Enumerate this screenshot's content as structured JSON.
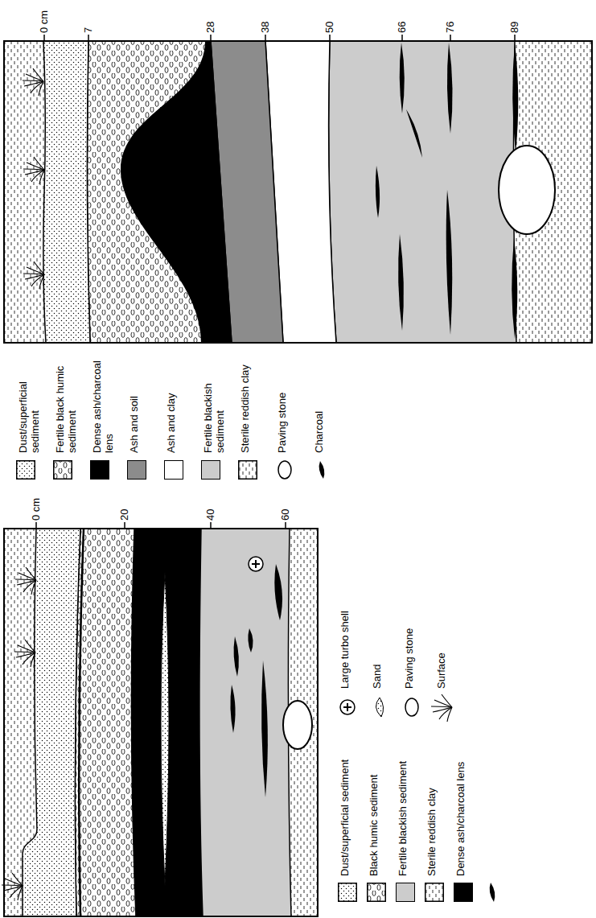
{
  "diagram": {
    "labels": [
      "0 cm",
      "7",
      "28",
      "38",
      "50",
      "66",
      "76",
      "89",
      "0 cm",
      "20",
      "40",
      "60"
    ],
    "legend": [
      {
        "text": "Dust/superficial sediment"
      },
      {
        "text": "Fertile black humic sediment"
      },
      {
        "text": "Dense ash/charcoal lens",
        "color": "#000000"
      },
      {
        "text": "Ash and soil",
        "color": "#8c8c8c"
      },
      {
        "text": "Ash and clay",
        "color": "#ffffff"
      },
      {
        "text": "Fertile blackish sediment",
        "color": "#cccccc"
      },
      {
        "text": "Sterile reddish clay"
      },
      {
        "text": "Paving stone"
      },
      {
        "text": "Charcoal"
      },
      {
        "text": "Dust/superficial sediment"
      },
      {
        "text": "Black humic sediment"
      },
      {
        "text": "Fertile blackish sediment",
        "color": "#cccccc"
      },
      {
        "text": "Sterile reddish clay"
      },
      {
        "text": "Dense ash/charcoal lens",
        "color": "#000000"
      },
      {
        "text": "Large turbo shell"
      },
      {
        "text": "Sand"
      },
      {
        "text": "Paving stone"
      },
      {
        "text": "Surface"
      }
    ]
  }
}
